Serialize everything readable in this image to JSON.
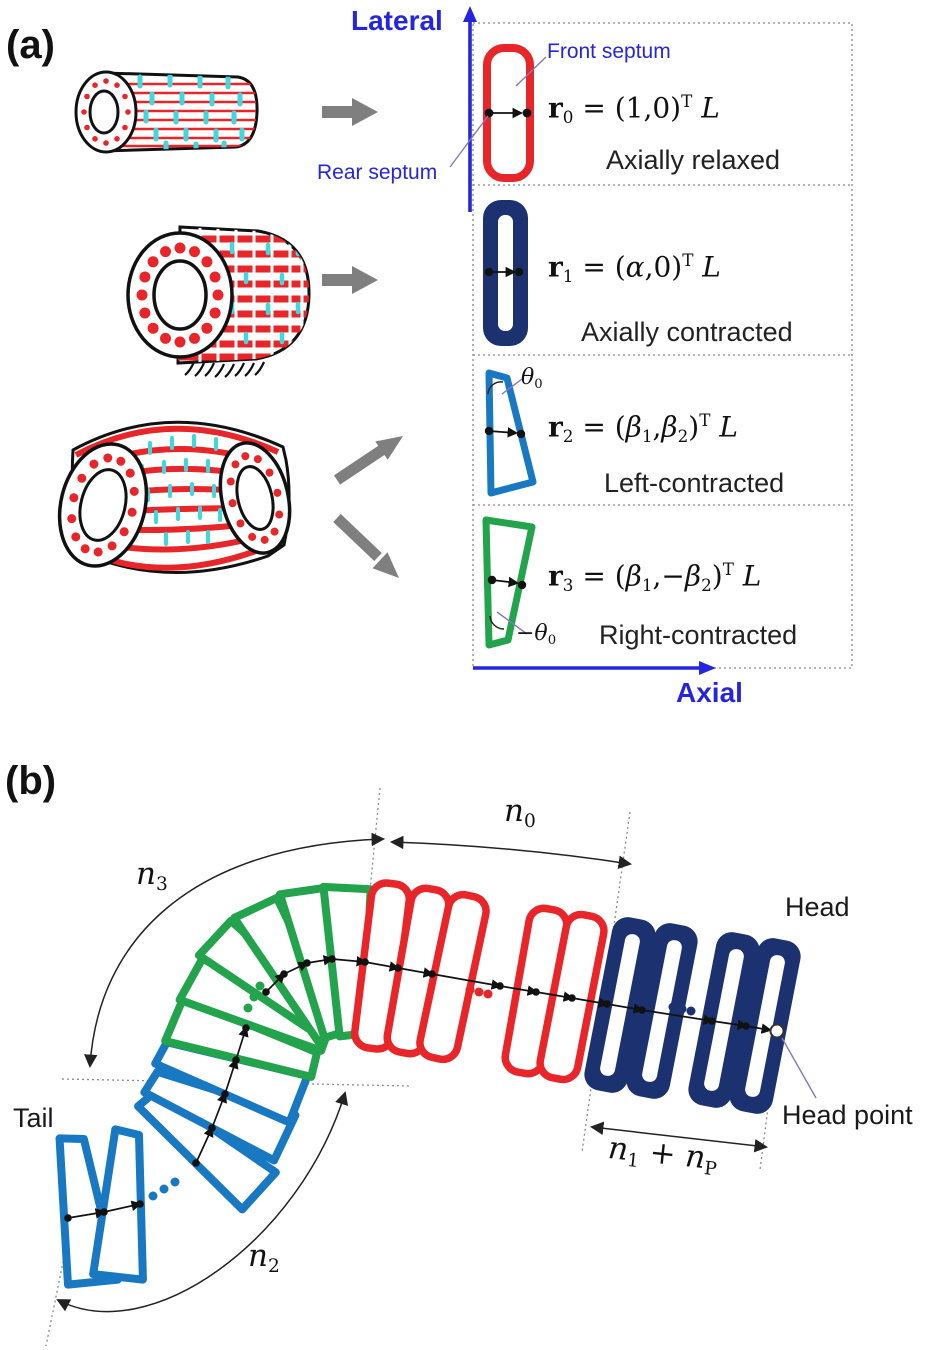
{
  "colors": {
    "red": "#e8262a",
    "navy": "#1c3270",
    "blue": "#1878c2",
    "green": "#22a34c",
    "axis_blue": "#2525e0",
    "cyan": "#3fd8df",
    "arrow_gray": "#7f7f7f",
    "pointer_line": "#8877bb",
    "text": "#1a1a1a"
  },
  "panel_a": {
    "label": "(a)",
    "axis_vertical": "Lateral",
    "axis_horizontal": "Axial",
    "front_septum": "Front septum",
    "rear_septum": "Rear septum",
    "states": [
      {
        "name": "Axially relaxed",
        "eq": [
          {
            "t": "r",
            "b": 1
          },
          {
            "t": "0",
            "v": "sub"
          },
          {
            "t": " = (1,0)"
          },
          {
            "t": "T",
            "v": "sup"
          },
          {
            "t": " L",
            "i": 1
          }
        ]
      },
      {
        "name": "Axially contracted",
        "eq": [
          {
            "t": "r",
            "b": 1
          },
          {
            "t": "1",
            "v": "sub"
          },
          {
            "t": " = ("
          },
          {
            "t": "α",
            "i": 1
          },
          {
            "t": ",0)"
          },
          {
            "t": "T",
            "v": "sup"
          },
          {
            "t": " L",
            "i": 1
          }
        ]
      },
      {
        "name": "Left-contracted",
        "angle": [
          {
            "t": "θ",
            "i": 1
          },
          {
            "t": "0",
            "v": "sub"
          }
        ],
        "eq": [
          {
            "t": "r",
            "b": 1
          },
          {
            "t": "2",
            "v": "sub"
          },
          {
            "t": " = ("
          },
          {
            "t": "β",
            "i": 1
          },
          {
            "t": "1",
            "v": "sub"
          },
          {
            "t": ","
          },
          {
            "t": "β",
            "i": 1
          },
          {
            "t": "2",
            "v": "sub"
          },
          {
            "t": ")"
          },
          {
            "t": "T",
            "v": "sup"
          },
          {
            "t": " L",
            "i": 1
          }
        ]
      },
      {
        "name": "Right-contracted",
        "angle": [
          {
            "t": "−θ",
            "i": 1
          },
          {
            "t": "0",
            "v": "sub"
          }
        ],
        "eq": [
          {
            "t": "r",
            "b": 1
          },
          {
            "t": "3",
            "v": "sub"
          },
          {
            "t": " = ("
          },
          {
            "t": "β",
            "i": 1
          },
          {
            "t": "1",
            "v": "sub"
          },
          {
            "t": ",−"
          },
          {
            "t": "β",
            "i": 1
          },
          {
            "t": "2",
            "v": "sub"
          },
          {
            "t": ")"
          },
          {
            "t": "T",
            "v": "sup"
          },
          {
            "t": " L",
            "i": 1
          }
        ]
      }
    ]
  },
  "panel_b": {
    "label": "(b)",
    "head": "Head",
    "tail": "Tail",
    "head_point": "Head point",
    "n0": [
      {
        "t": "n",
        "i": 1
      },
      {
        "t": "0",
        "v": "sub"
      }
    ],
    "n2": [
      {
        "t": "n",
        "i": 1
      },
      {
        "t": "2",
        "v": "sub"
      }
    ],
    "n3": [
      {
        "t": "n",
        "i": 1
      },
      {
        "t": "3",
        "v": "sub"
      }
    ],
    "n1p": [
      {
        "t": "n",
        "i": 1
      },
      {
        "t": "1",
        "v": "sub"
      },
      {
        "t": " + "
      },
      {
        "t": "n",
        "i": 1
      },
      {
        "t": "P",
        "v": "sub"
      }
    ]
  }
}
